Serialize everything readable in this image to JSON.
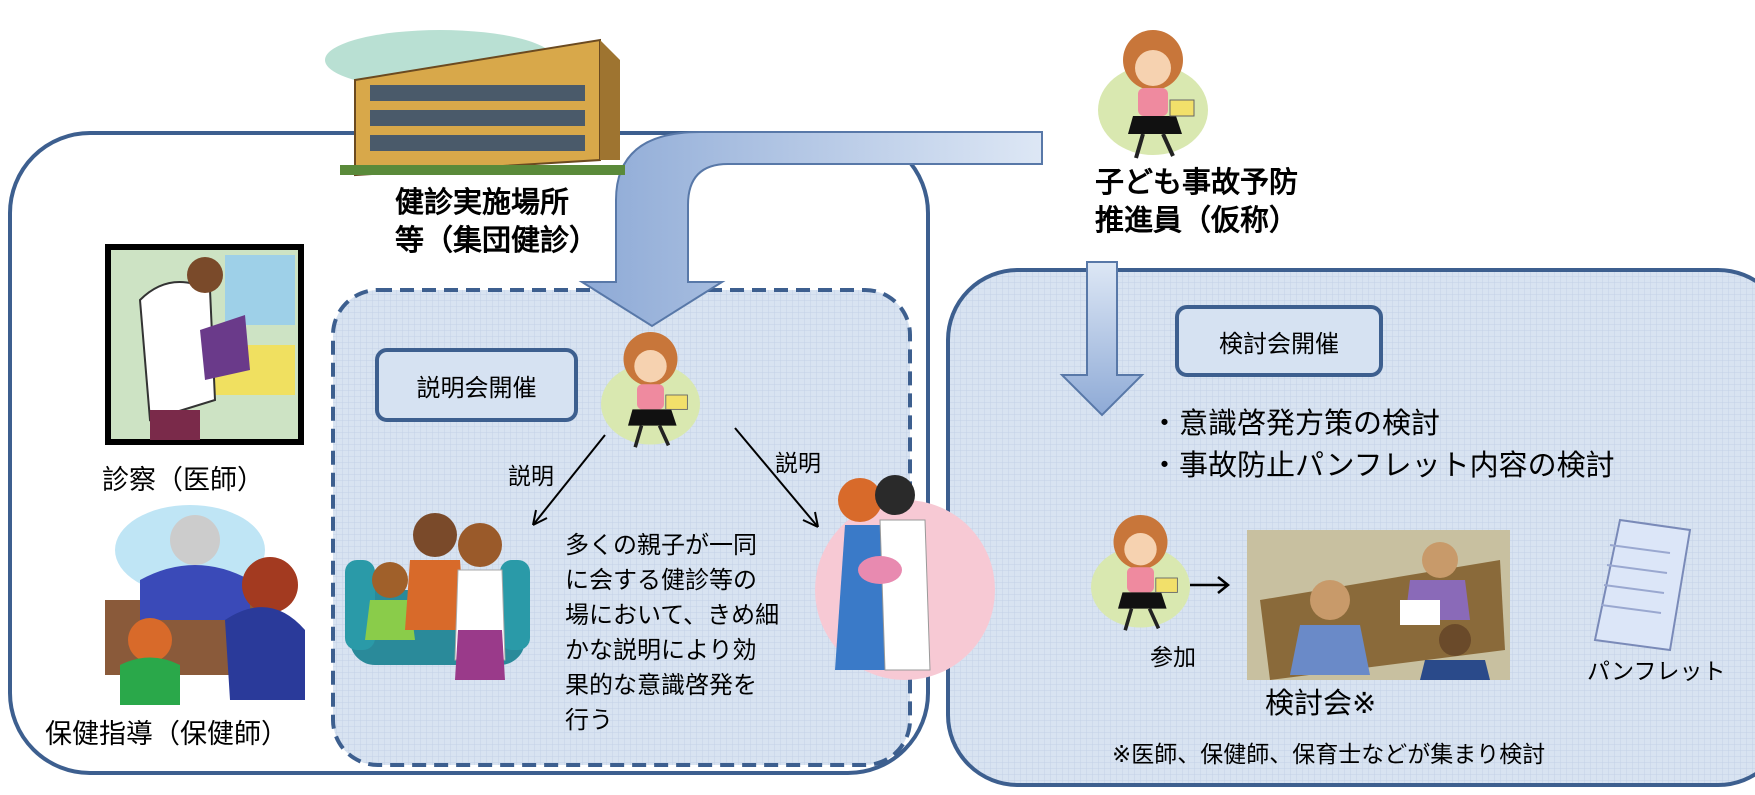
{
  "left_panel": {
    "venue_label": [
      "健診実施場所",
      "等（集団健診）"
    ],
    "exam_label": "診察（医師）",
    "guidance_label": "保健指導（保健師）",
    "meeting_box": {
      "title": "説明会開催",
      "explain_left": "説明",
      "explain_right": "説明",
      "description": [
        "多くの親子が一同",
        "に会する健診等の",
        "場において、きめ細",
        "かな説明により効",
        "果的な意識啓発を",
        "行う"
      ]
    }
  },
  "promoter": {
    "label": [
      "子ども事故予防",
      "推進員（仮称）"
    ]
  },
  "right_panel": {
    "title": "検討会開催",
    "bullets": [
      "・意識啓発方策の検討",
      "・事故防止パンフレット内容の検討"
    ],
    "participate_label": "参加",
    "meeting_label": "検討会※",
    "pamphlet_label": "パンフレット",
    "footnote": "※医師、保健師、保育士などが集まり検討"
  },
  "colors": {
    "panel_border": "#3d5f8f",
    "panel_fill": "#d8e3f1",
    "arrow_fill": "#9fb8de",
    "arrow_edge": "#5878a8"
  }
}
